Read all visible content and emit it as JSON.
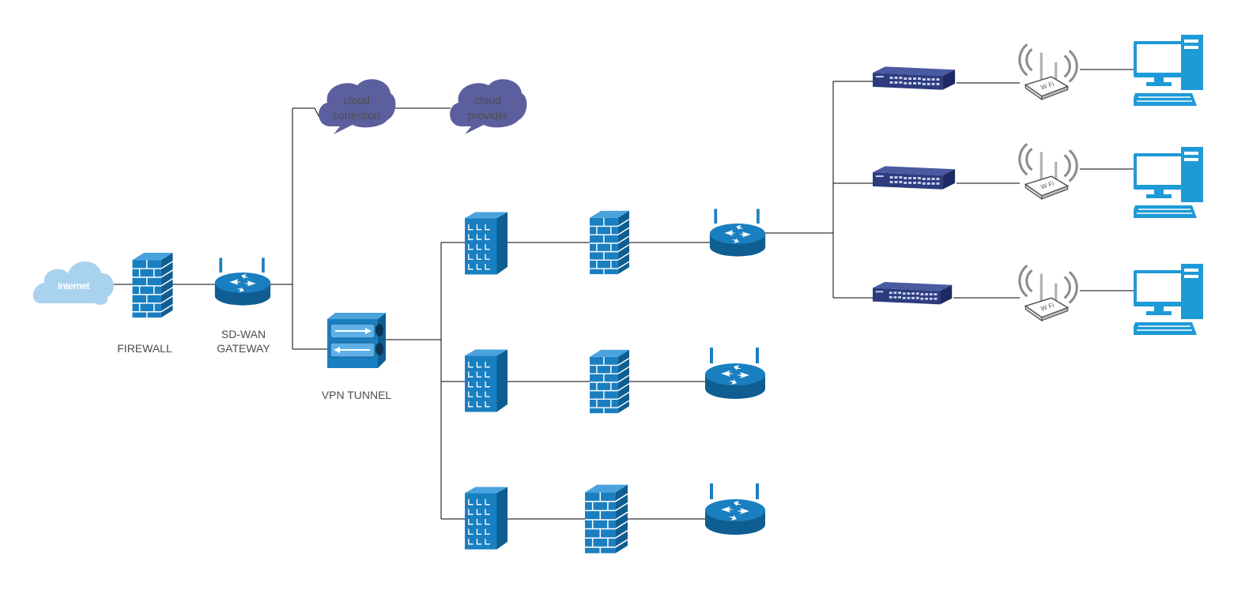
{
  "labels": {
    "internet": "Internet",
    "firewall": "FIREWALL",
    "sdwan_line1": "SD-WAN",
    "sdwan_line2": "GATEWAY",
    "vpn": "VPN TUNNEL",
    "cloud_connection_line1": "cloud",
    "cloud_connection_line2": "conection",
    "cloud_provider_line1": "cloud",
    "cloud_provider_line2": "provider"
  },
  "colors": {
    "device_blue": "#1a7fc1",
    "device_dark": "#0f5e91",
    "cloud_purple": "#5b5f9e",
    "internet_cloud": "#a9d2ef",
    "switch_navy": "#2d3c7f",
    "pc_blue": "#1e9ad6",
    "wire": "#000000"
  },
  "icons": {
    "internet": "cloud-icon",
    "firewall": "firewall-icon",
    "router": "router-icon",
    "vpn": "vpn-gateway-icon",
    "server": "server-rack-icon",
    "switch": "switch-icon",
    "access_point": "wifi-access-point-icon",
    "pc": "desktop-computer-icon"
  }
}
